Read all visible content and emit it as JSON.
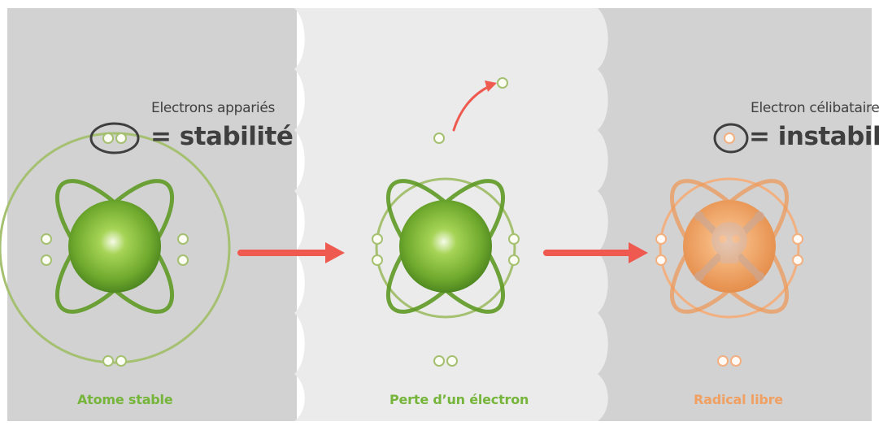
{
  "panels": [
    {
      "id": "stable",
      "caption": "Atome stable",
      "heading_small": "Electrons appariés",
      "heading_big": "= stabilité"
    },
    {
      "id": "loss",
      "caption": "Perte d’un électron"
    },
    {
      "id": "radical",
      "caption": "Radical libre",
      "heading_small": "Electron célibataire",
      "heading_big": "= instabilité"
    }
  ],
  "colors": {
    "panel_left_bg": "#d2d2d2",
    "panel_middle_bg": "#ebebeb",
    "panel_right_bg": "#d2d2d2",
    "green_atom": "#7cb83a",
    "green_orbit": "#a4c070",
    "orange_atom": "#f0a468",
    "orange_orbit": "#f2b080",
    "arrow_red": "#ef5a50",
    "caption_green": "#76b53b",
    "caption_orange": "#f0a062",
    "heading_text": "#3f3f3f"
  },
  "icons": {
    "radical_center": "skull-crossbones-icon"
  }
}
